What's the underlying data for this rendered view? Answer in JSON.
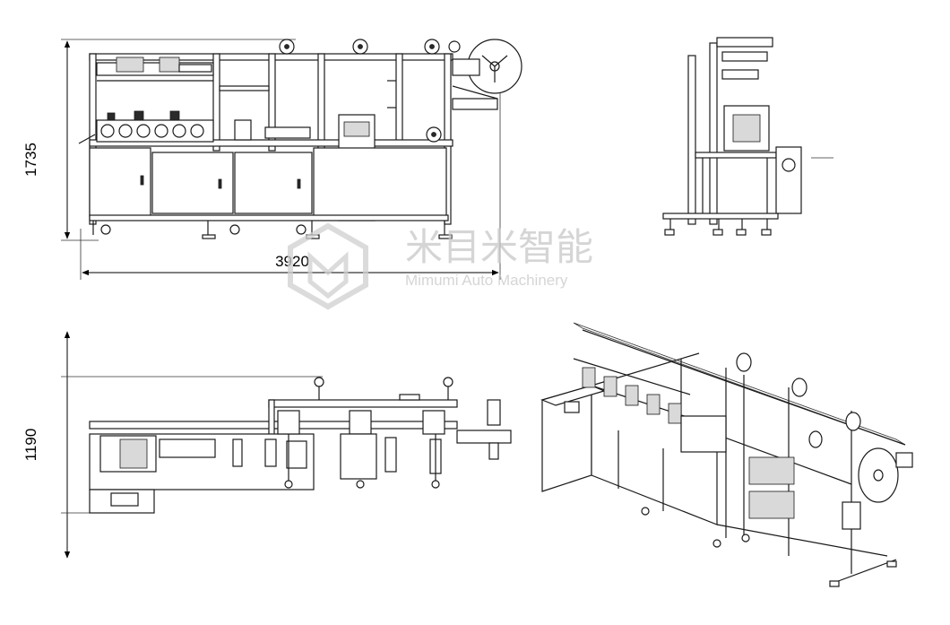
{
  "dimensions": {
    "height_front": "1735",
    "length": "3920",
    "width_top": "1190"
  },
  "watermark": {
    "brand_cn": "米目米智能",
    "brand_en": "Mimumi Auto Machinery"
  },
  "colors": {
    "line": "#1a1a1a",
    "watermark": "#c8c8c8"
  }
}
